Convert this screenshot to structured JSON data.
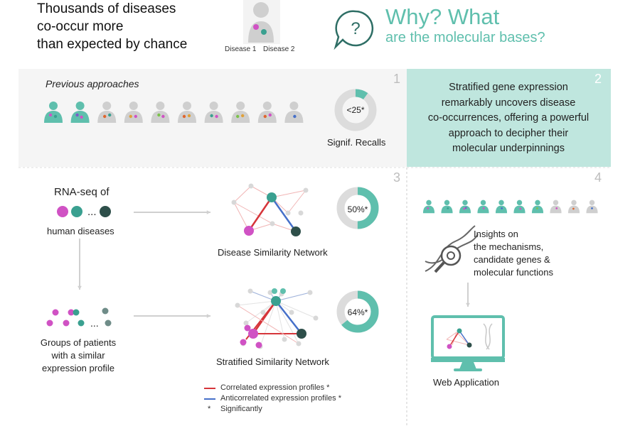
{
  "header": {
    "title_lines": [
      "Thousands of diseases",
      "co-occur more",
      "than expected by chance"
    ],
    "disease1": "Disease 1",
    "disease2": "Disease 2",
    "why_line1": "Why? What",
    "why_line2": "are the molecular bases?"
  },
  "panel1": {
    "number": "1",
    "previous_label": "Previous  approaches",
    "donut_label": "<25*",
    "donut_fraction": 0.1,
    "recalls_label": "Signif. Recalls"
  },
  "panel2": {
    "number": "2",
    "text_lines": [
      "Stratified gene expression",
      "remarkably uncovers disease",
      "co-occurrences, offering a powerful",
      "approach to decipher their",
      "molecular underpinnings"
    ]
  },
  "panel3": {
    "number": "3",
    "rnaseq_label": "RNA-seq of",
    "human_diseases_label": "human diseases",
    "ellipsis": "...",
    "groups_label_lines": [
      "Groups of patients",
      "with a similar",
      "expression profile"
    ],
    "dsn_label": "Disease Similarity Network",
    "ssn_label": "Stratified Similarity Network",
    "donut1_label": "50%*",
    "donut1_fraction": 0.5,
    "donut2_label": "64%*",
    "donut2_fraction": 0.64
  },
  "panel4": {
    "number": "4",
    "insights_lines": [
      "Insights on",
      "the mechanisms,",
      "candidate genes &",
      "molecular functions"
    ],
    "webapp_label": "Web Application"
  },
  "legend": {
    "correlated": "Correlated expression profiles *",
    "anticorrelated": "Anticorrelated expression profiles *",
    "significantly_mark": "*",
    "significantly": "Significantly"
  },
  "colors": {
    "teal": "#5fbfad",
    "teal_dark": "#3aa090",
    "magenta": "#d052c4",
    "dark_green": "#2e4f4a",
    "red": "#d6353a",
    "blue": "#4670c9",
    "grey": "#cfcfcf",
    "panel2_bg": "#bfe6de"
  }
}
